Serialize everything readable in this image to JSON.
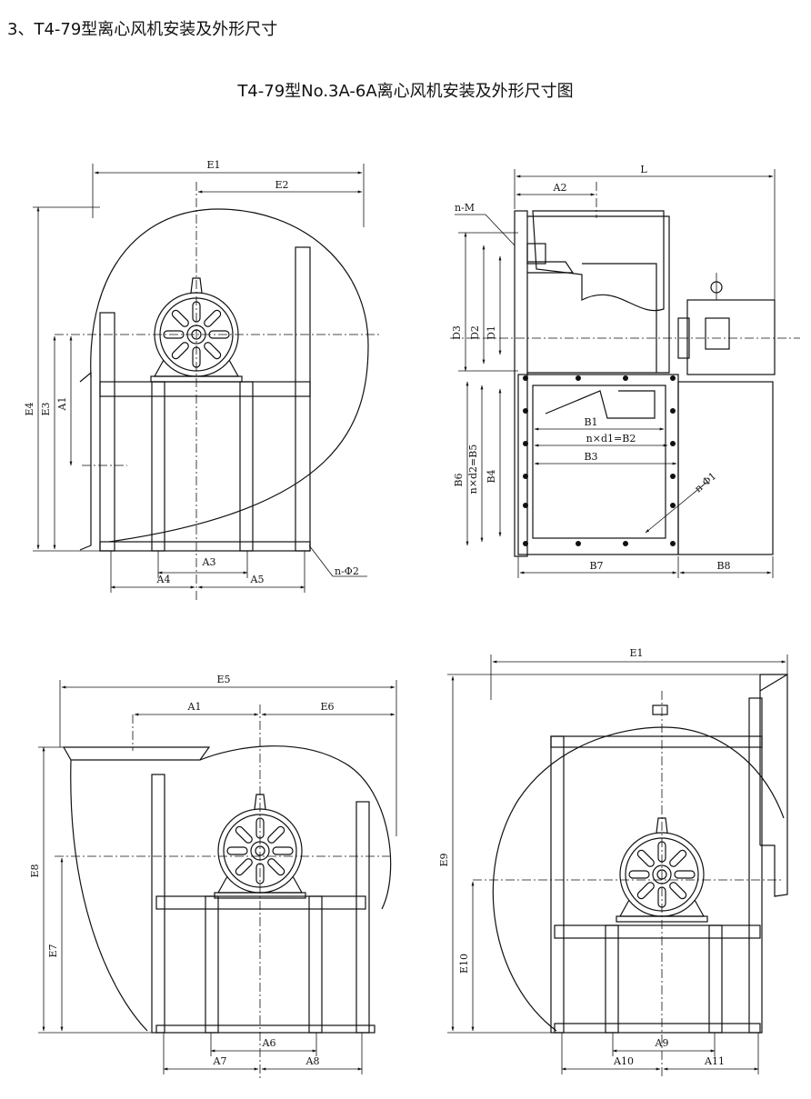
{
  "section_title": "3、T4-79型离心风机安装及外形尺寸",
  "figure_title": "T4-79型No.3A-6A离心风机安装及外形尺寸图",
  "dims": {
    "E1": "E1",
    "E2": "E2",
    "E3": "E3",
    "E4": "E4",
    "A1": "A1",
    "A2": "A2",
    "A3": "A3",
    "A4": "A4",
    "A5": "A5",
    "n_phi2": "n-Φ2",
    "L": "L",
    "n_M": "n-M",
    "D1": "D1",
    "D2": "D2",
    "D3": "D3",
    "B1": "B1",
    "B2eq": "n×d1=B2",
    "B3": "B3",
    "B4": "B4",
    "B5eq": "n×d2=B5",
    "B6": "B6",
    "B7": "B7",
    "B8": "B8",
    "n_phi1": "n-Φ1",
    "E5": "E5",
    "E6": "E6",
    "E7": "E7",
    "E8": "E8",
    "A6": "A6",
    "A7": "A7",
    "A8": "A8",
    "E9": "E9",
    "E10": "E10",
    "A9": "A9",
    "A10": "A10",
    "A11": "A11"
  }
}
